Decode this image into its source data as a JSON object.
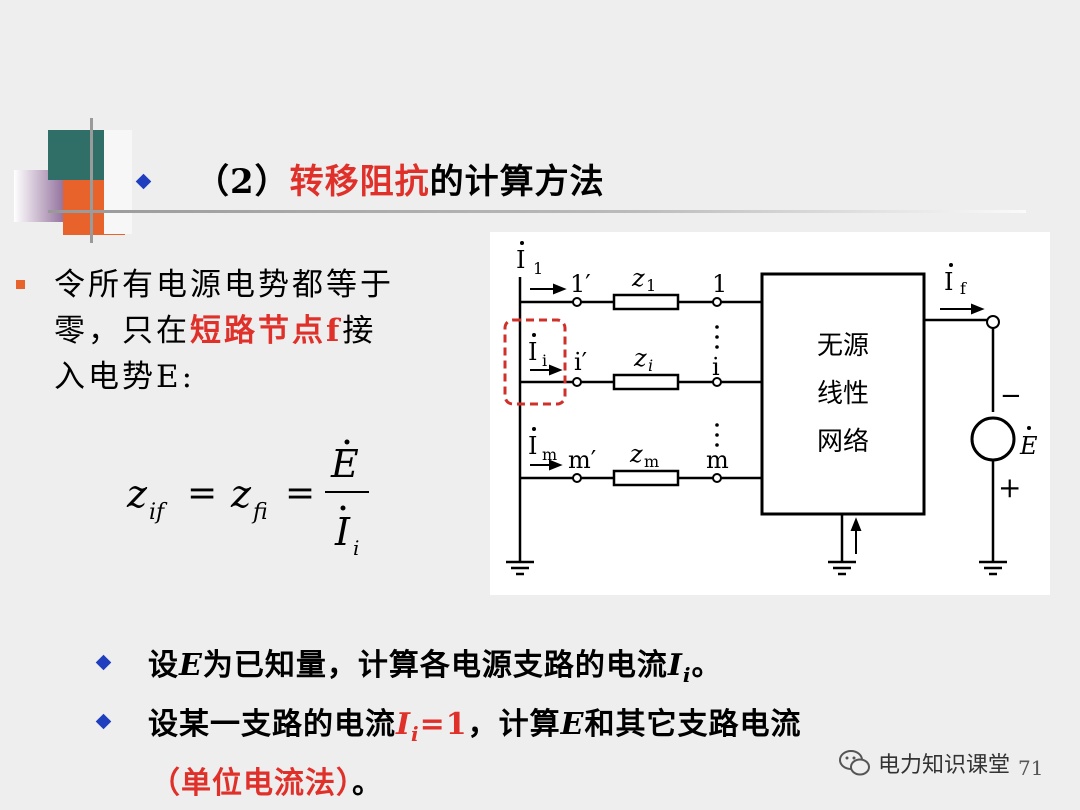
{
  "title": {
    "prefix": "（2）",
    "highlight": "转移阻抗",
    "suffix": "的计算方法"
  },
  "left_block": {
    "line1": "令所有电源电势都等于",
    "line2_a": "零，只在",
    "line2_red": "短路节点f",
    "line2_b": "接",
    "line3": "入电势E:"
  },
  "formula": {
    "lhs1": "z",
    "lhs1_sub": "if",
    "eq": "=",
    "lhs2": "z",
    "lhs2_sub": "fi",
    "num": "E",
    "den": "I",
    "den_sub": "i"
  },
  "circuit": {
    "I1": "I",
    "I1_sub": "1",
    "Ii": "I",
    "Ii_sub": "i",
    "Im": "I",
    "Im_sub": "m",
    "If": "I",
    "If_sub": "f",
    "node_1p": "1′",
    "node_ip": "i′",
    "node_mp": "m′",
    "z1": "z",
    "z1_sub": "1",
    "zi": "z",
    "zi_sub": "i",
    "zm": "z",
    "zm_sub": "m",
    "node_1": "1",
    "node_i": "i",
    "node_m": "m",
    "box_line1": "无源",
    "box_line2": "线性",
    "box_line3": "网络",
    "minus": "−",
    "plus": "+",
    "E": "E"
  },
  "bullets": {
    "b1_a": "设",
    "b1_E": "E",
    "b1_b": "为已知量，计算各电源支路的电流",
    "b1_I": "I",
    "b1_Isub": "i",
    "b1_c": "。",
    "b2_a": "设某一支路的电流",
    "b2_I": "I",
    "b2_Isub": "i",
    "b2_eq": "=1",
    "b2_b": "，计算",
    "b2_E": "E",
    "b2_c": "和其它支路电流",
    "b3_red": "（单位电流法）",
    "b3_end": "。"
  },
  "watermark": "电力知识课堂",
  "page_number": "71",
  "colors": {
    "accent_red": "#e0302a",
    "bullet_blue": "#1f3fbf",
    "bullet_orange": "#e8622c",
    "teal": "#2f6f67"
  }
}
